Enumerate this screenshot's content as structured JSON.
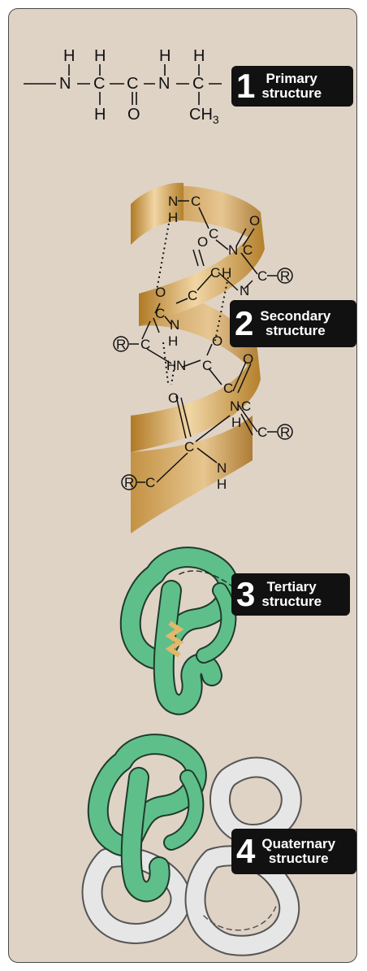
{
  "levels": [
    {
      "number": "1",
      "line1": "Primary",
      "line2": "structure"
    },
    {
      "number": "2",
      "line1": "Secondary",
      "line2": "structure"
    },
    {
      "number": "3",
      "line1": "Tertiary",
      "line2": "structure"
    },
    {
      "number": "4",
      "line1": "Quaternary",
      "line2": "structure"
    }
  ],
  "primary": {
    "atoms": {
      "H": "H",
      "N": "N",
      "C": "C",
      "O": "O",
      "CH": "CH",
      "sub3": "3"
    }
  },
  "helix_atoms": {
    "N": "N",
    "C": "C",
    "O": "O",
    "H": "H",
    "R": "R"
  },
  "colors": {
    "background": "#dfd3c6",
    "helix_gold": "#c9973e",
    "green": "#5fbf8a",
    "grey": "#e6e6e6",
    "badge": "#111111"
  }
}
